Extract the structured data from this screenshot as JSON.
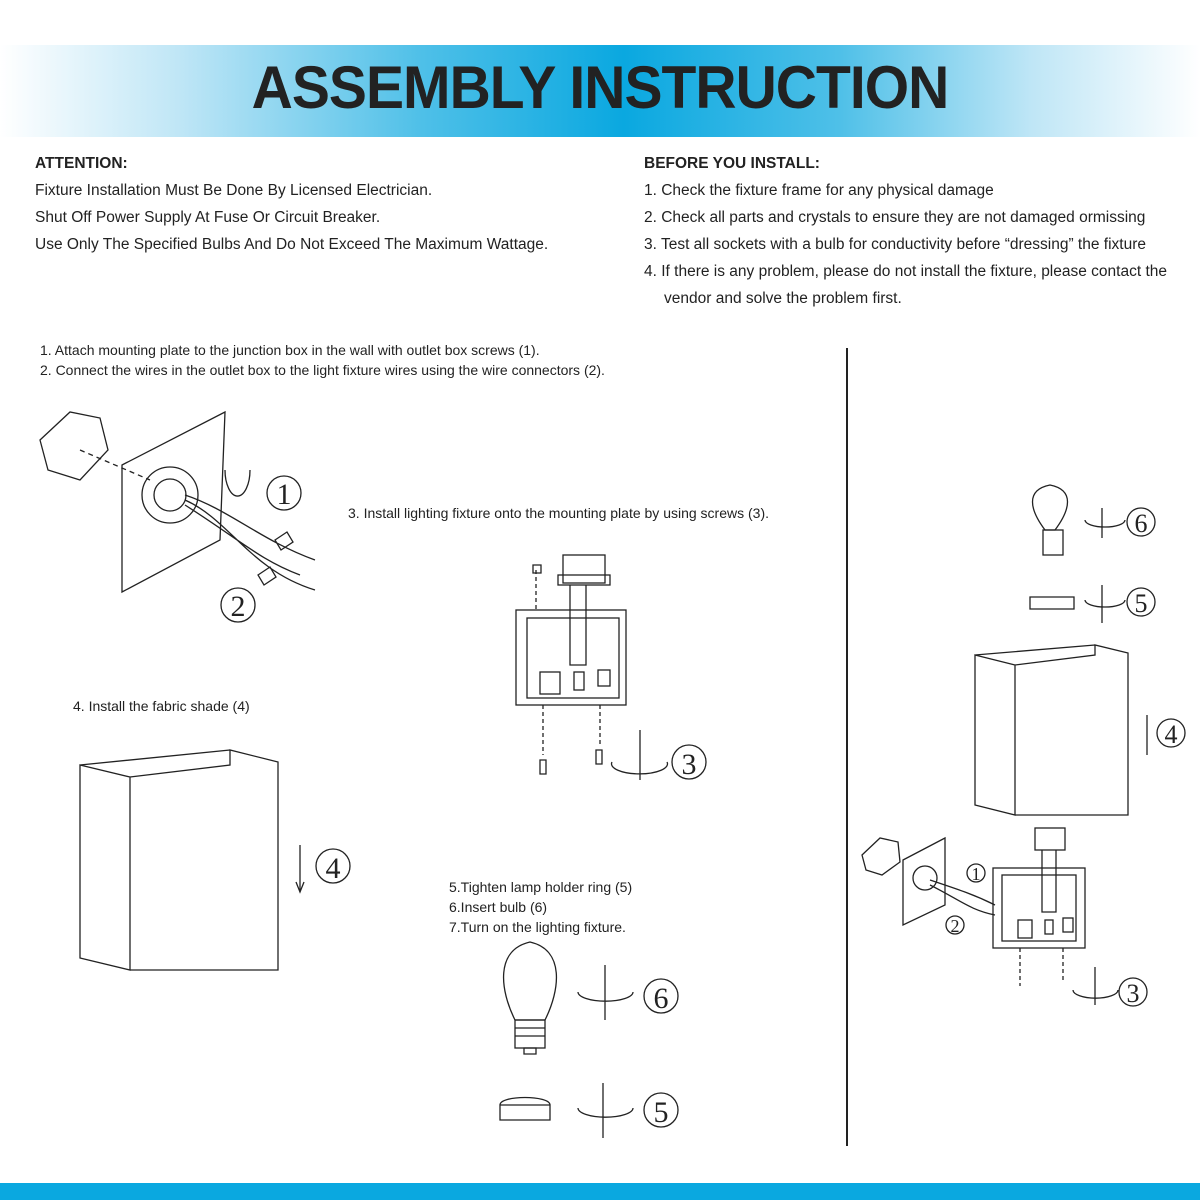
{
  "header": {
    "title": "ASSEMBLY INSTRUCTION"
  },
  "attention": {
    "heading": "ATTENTION:",
    "lines": [
      "Fixture Installation Must Be Done By Licensed Electrician.",
      "Shut Off Power Supply At Fuse Or Circuit Breaker.",
      "Use Only The Specified Bulbs And Do Not Exceed The Maximum Wattage."
    ]
  },
  "before_install": {
    "heading": "BEFORE YOU INSTALL:",
    "lines": [
      "1. Check the fixture frame for any physical damage",
      "2. Check all parts and crystals to ensure they are not damaged ormissing",
      "3. Test all sockets with a bulb for conductivity before “dressing” the fixture",
      "4. If there is any problem, please do not install the fixture, please contact the",
      "vendor and solve the problem first."
    ]
  },
  "steps": {
    "s1": "1. Attach mounting plate to the junction box in the wall with outlet box screws (1).",
    "s2": "2. Connect the wires in the outlet box to the light fixture wires using the wire connectors (2).",
    "s3": "3. Install lighting fixture onto the mounting plate by using screws (3).",
    "s4": "4. Install the fabric shade (4)",
    "s5": "5.Tighten lamp holder ring (5)",
    "s6": "6.Insert bulb (6)",
    "s7": "7.Turn on the lighting fixture."
  },
  "callouts": {
    "n1": "1",
    "n2": "2",
    "n3": "3",
    "n4": "4",
    "n5": "5",
    "n6": "6"
  },
  "colors": {
    "brand": "#0aa8e0",
    "text": "#222222"
  }
}
